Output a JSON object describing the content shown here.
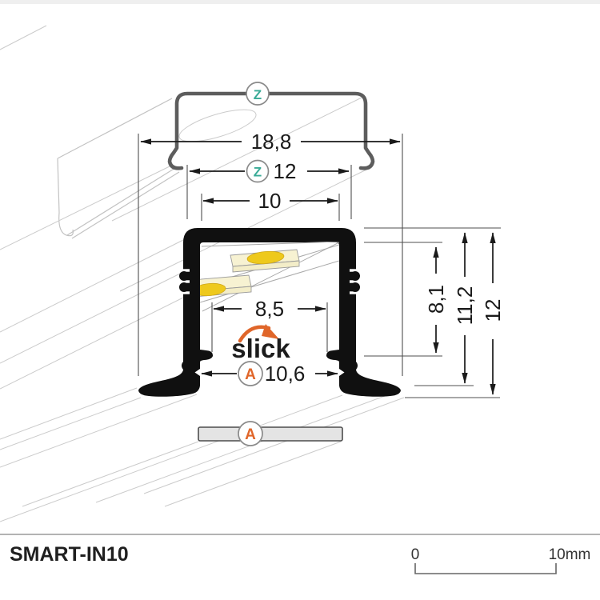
{
  "drawing": {
    "product_code": "SMART-IN10",
    "brand": {
      "logo_text": "slick"
    },
    "views": {
      "cover_label": "Z",
      "profile_label": "A"
    },
    "dimensions": {
      "overall_width": "18,8",
      "cover_width": "12",
      "inner_width_top": "10",
      "inner_width_bottom": "8,5",
      "cutout_width": "10,6",
      "inner_height": "8,1",
      "body_height": "11,2",
      "total_height": "12"
    },
    "scale_bar": {
      "zero_label": "0",
      "max_label": "10mm"
    },
    "colors": {
      "accent_teal": "#3aab97",
      "accent_orange": "#e0662a",
      "profile_black": "#101010",
      "cover_gray": "#5d5d5d",
      "led_yellow": "#eec91d",
      "pcb_cream": "#f7f2d2"
    }
  }
}
